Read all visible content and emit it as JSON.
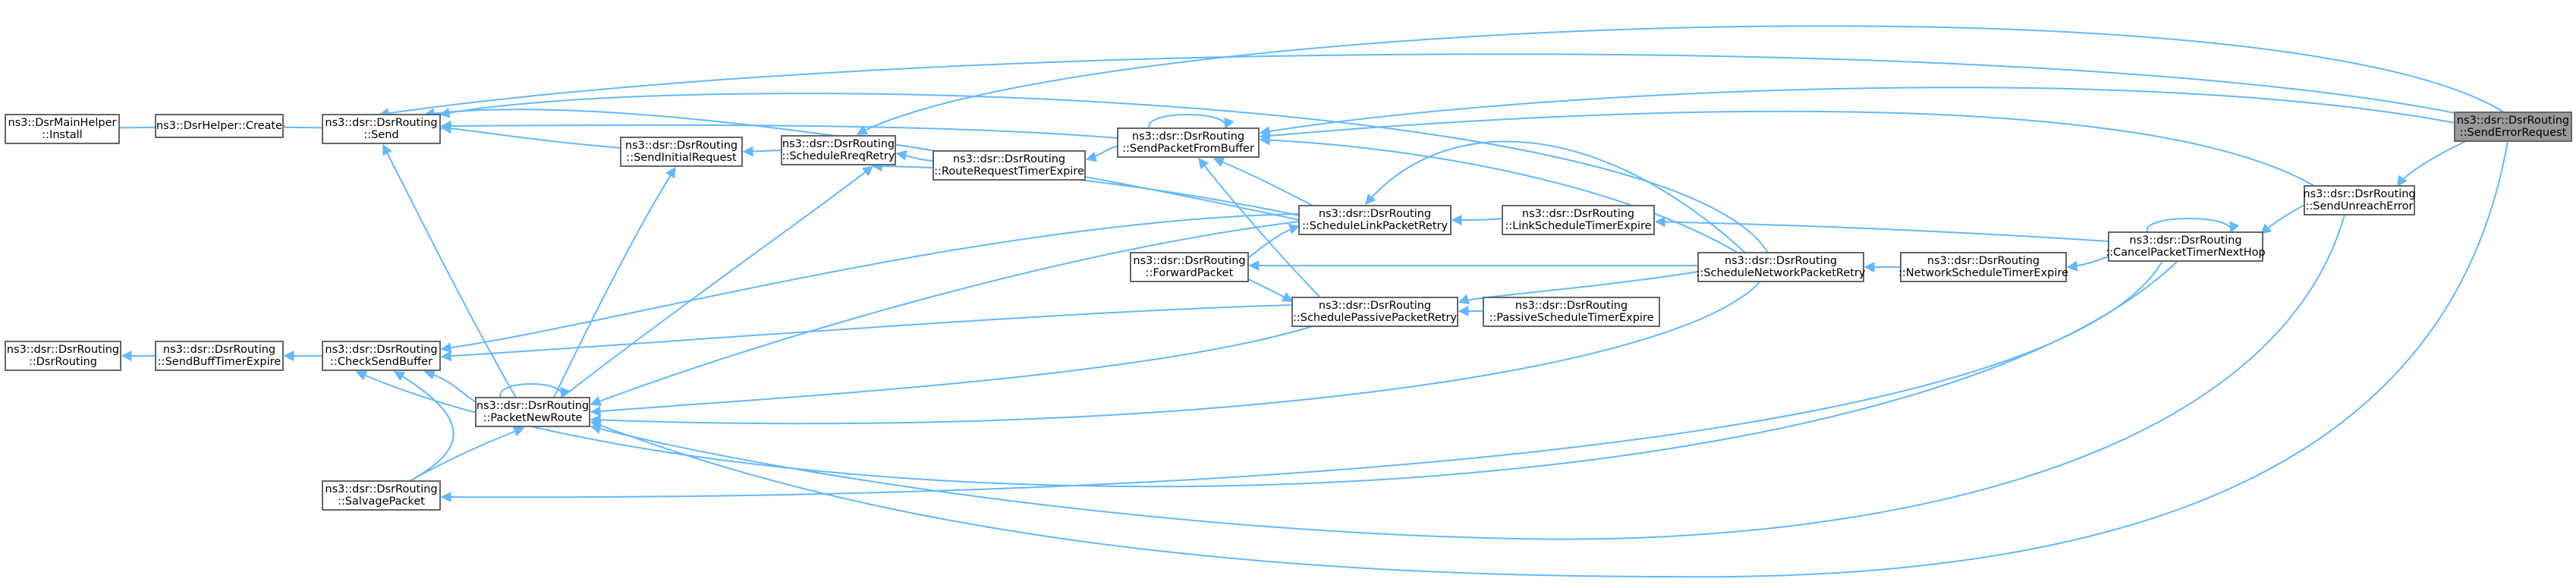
{
  "nodes": {
    "send_error_request": [
      "ns3::dsr::DsrRouting",
      "::SendErrorRequest"
    ],
    "send_unreach_error": [
      "ns3::dsr::DsrRouting",
      "::SendUnreachError"
    ],
    "cancel_packet_timer": [
      "ns3::dsr::DsrRouting",
      "::CancelPacketTimerNextHop"
    ],
    "network_schedule_timer": [
      "ns3::dsr::DsrRouting",
      "::NetworkScheduleTimerExpire"
    ],
    "schedule_network_retry": [
      "ns3::dsr::DsrRouting",
      "::ScheduleNetworkPacketRetry"
    ],
    "link_schedule_timer": [
      "ns3::dsr::DsrRouting",
      "::LinkScheduleTimerExpire"
    ],
    "passive_schedule_timer": [
      "ns3::dsr::DsrRouting",
      "::PassiveScheduleTimerExpire"
    ],
    "schedule_link_retry": [
      "ns3::dsr::DsrRouting",
      "::ScheduleLinkPacketRetry"
    ],
    "schedule_passive_retry": [
      "ns3::dsr::DsrRouting",
      "::SchedulePassivePacketRetry"
    ],
    "forward_packet": [
      "ns3::dsr::DsrRouting",
      "::ForwardPacket"
    ],
    "send_packet_from_buffer": [
      "ns3::dsr::DsrRouting",
      "::SendPacketFromBuffer"
    ],
    "route_request_timer": [
      "ns3::dsr::DsrRouting",
      "::RouteRequestTimerExpire"
    ],
    "schedule_req_retry": [
      "ns3::dsr::DsrRouting",
      "::ScheduleRreqRetry"
    ],
    "send_initial_request": [
      "ns3::dsr::DsrRouting",
      "::SendInitialRequest"
    ],
    "send": [
      "ns3::dsr::DsrRouting",
      "::Send"
    ],
    "check_send_buffer": [
      "ns3::dsr::DsrRouting",
      "::CheckSendBuffer"
    ],
    "packet_new_route": [
      "ns3::dsr::DsrRouting",
      "::PacketNewRoute"
    ],
    "salvage_packet": [
      "ns3::dsr::DsrRouting",
      "::SalvagePacket"
    ],
    "send_buff_timer": [
      "ns3::dsr::DsrRouting",
      "::SendBuffTimerExpire"
    ],
    "dsr_routing_ctor": [
      "ns3::dsr::DsrRouting",
      "::DsrRouting"
    ],
    "dsr_helper_create": [
      "ns3::DsrHelper::Create"
    ],
    "dsr_main_helper_install": [
      "ns3::DsrMainHelper",
      "::Install"
    ]
  },
  "colors": {
    "edge": "#63b8ff",
    "node_border": "#666666",
    "root_fill": "#9a9a9a"
  }
}
